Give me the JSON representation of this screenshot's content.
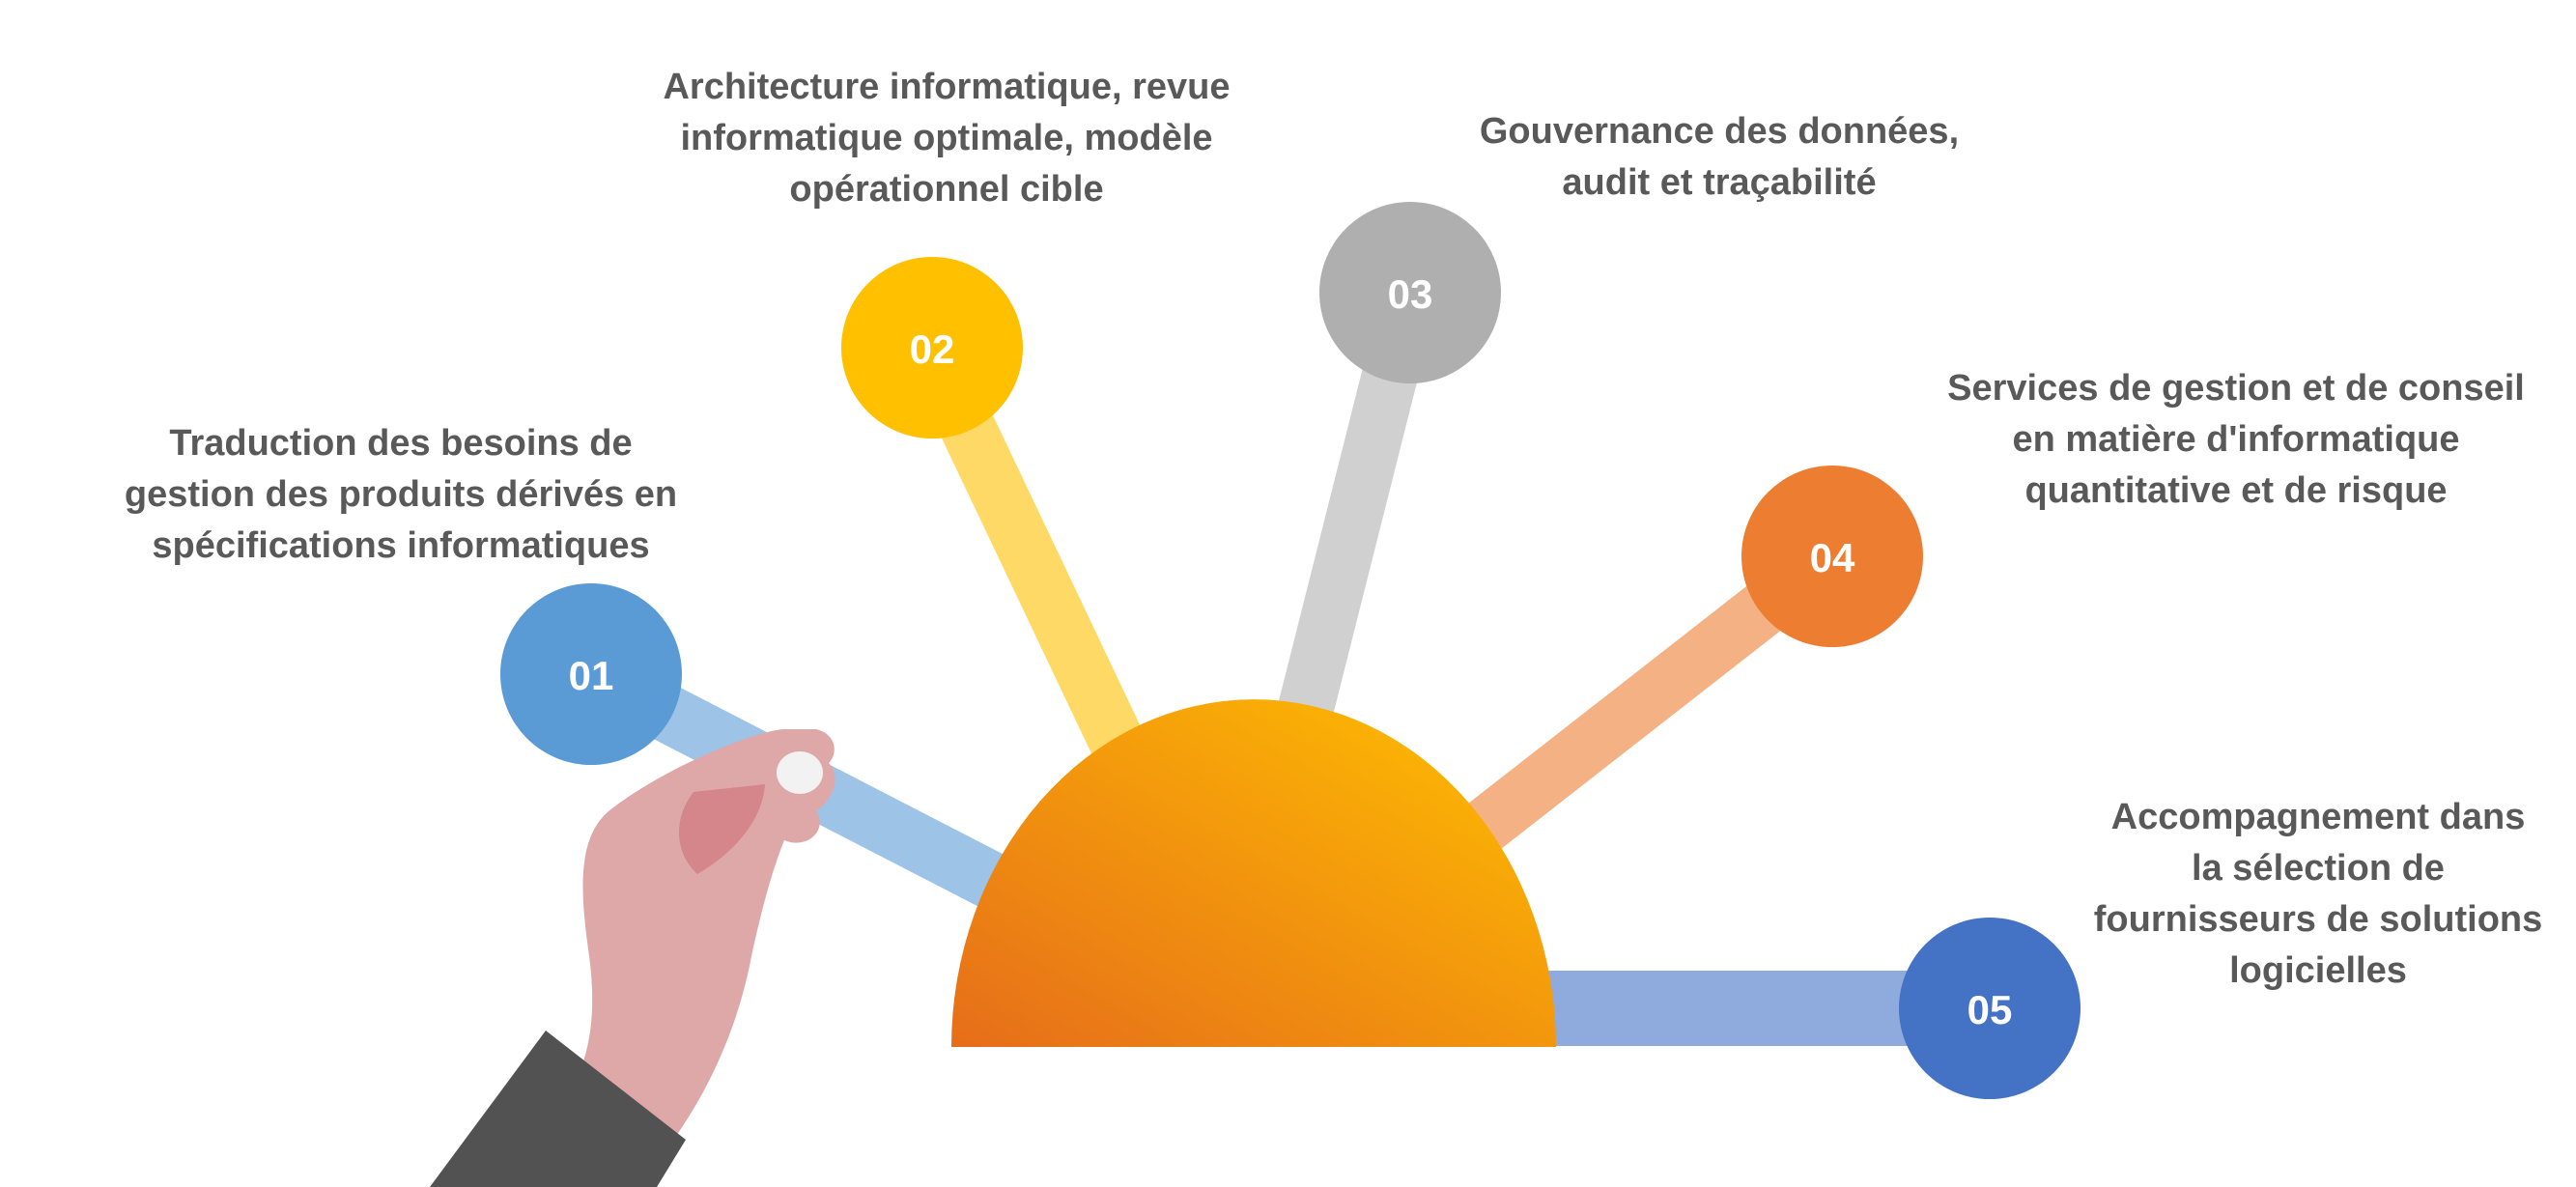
{
  "colors": {
    "blue_light": "#5b9bd5",
    "yellow": "#ffc000",
    "gray": "#afafaf",
    "orange": "#ed7d31",
    "blue_dark": "#4472c4",
    "text": "#595959",
    "sun_gradient": [
      "#e66d1a",
      "#ffc000"
    ],
    "hand": "#dfa8a8",
    "sleeve": "#525252"
  },
  "items": [
    {
      "number": "01",
      "color": "#5b9bd5",
      "bar_color": "#9dc3e6",
      "lines": [
        "Traduction des besoins de",
        "gestion des produits dérivés en",
        "spécifications informatiques"
      ]
    },
    {
      "number": "02",
      "color": "#ffc000",
      "bar_color": "#ffd966",
      "lines": [
        "Architecture informatique, revue",
        "informatique optimale, modèle",
        "opérationnel cible"
      ]
    },
    {
      "number": "03",
      "color": "#afafaf",
      "bar_color": "#d0d0d0",
      "lines": [
        "Gouvernance des données,",
        "audit et traçabilité"
      ]
    },
    {
      "number": "04",
      "color": "#ed7d31",
      "bar_color": "#f4b183",
      "lines": [
        "Services de gestion et de conseil",
        "en matière d'informatique",
        "quantitative et de risque"
      ]
    },
    {
      "number": "05",
      "color": "#4472c4",
      "bar_color": "#8faadc",
      "lines": [
        "Accompagnement dans",
        "la sélection de",
        "fournisseurs de solutions",
        "logicielles"
      ]
    }
  ]
}
